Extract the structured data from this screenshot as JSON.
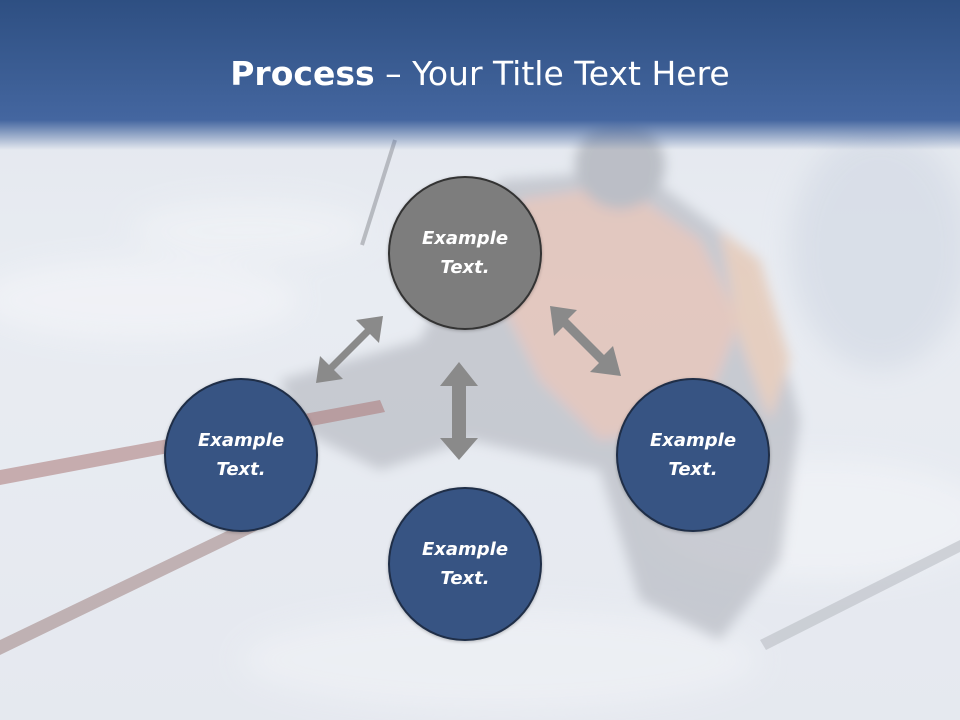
{
  "title": {
    "bold": "Process",
    "rest": " – Your Title Text Here"
  },
  "nodes": {
    "top": "Example Text.",
    "left": "Example Text.",
    "right": "Example Text.",
    "bottom": "Example Text."
  },
  "colors": {
    "title_band": "#3d5f96",
    "center_node": "#7d7d7d",
    "outer_node": "#375483",
    "arrow": "#8a8a8a"
  }
}
